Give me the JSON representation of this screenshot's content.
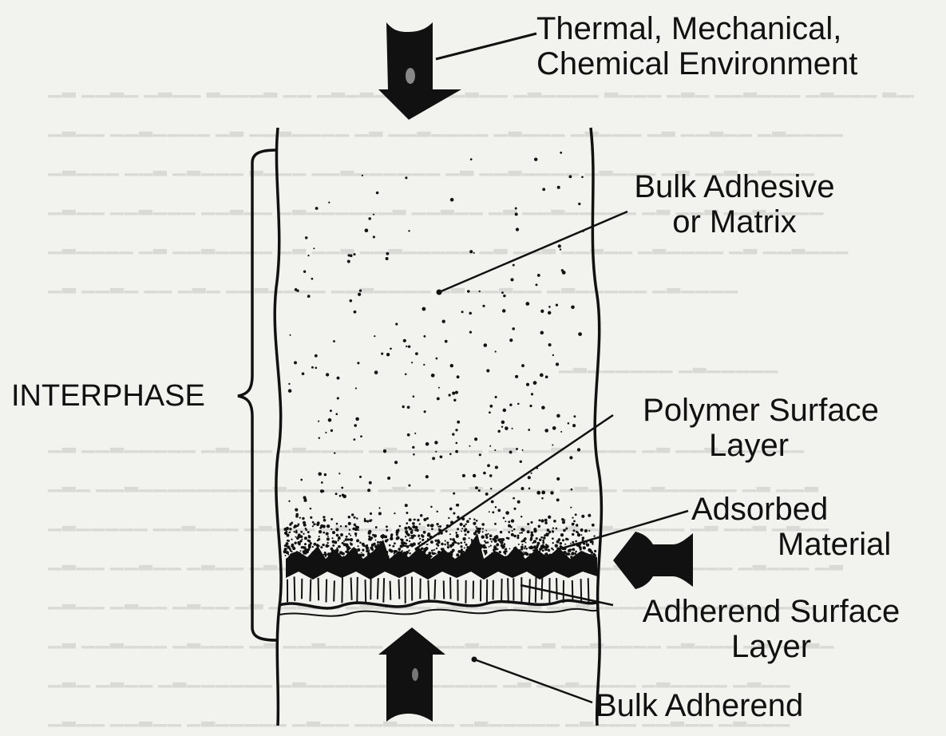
{
  "labels": {
    "environment_line1": "Thermal, Mechanical,",
    "environment_line2": "Chemical Environment",
    "bulk_adhesive_line1": "Bulk Adhesive",
    "bulk_adhesive_line2": "or Matrix",
    "interphase": "INTERPHASE",
    "polymer_surface_line1": "Polymer Surface",
    "polymer_surface_line2": "Layer",
    "adsorbed_line1": "Adsorbed",
    "adsorbed_line2": "Material",
    "adherend_surface_line1": "Adherend Surface",
    "adherend_surface_line2": "Layer",
    "bulk_adherend": "Bulk Adherend"
  },
  "colors": {
    "ink": "#111111",
    "paper": "#f2f2ef"
  }
}
